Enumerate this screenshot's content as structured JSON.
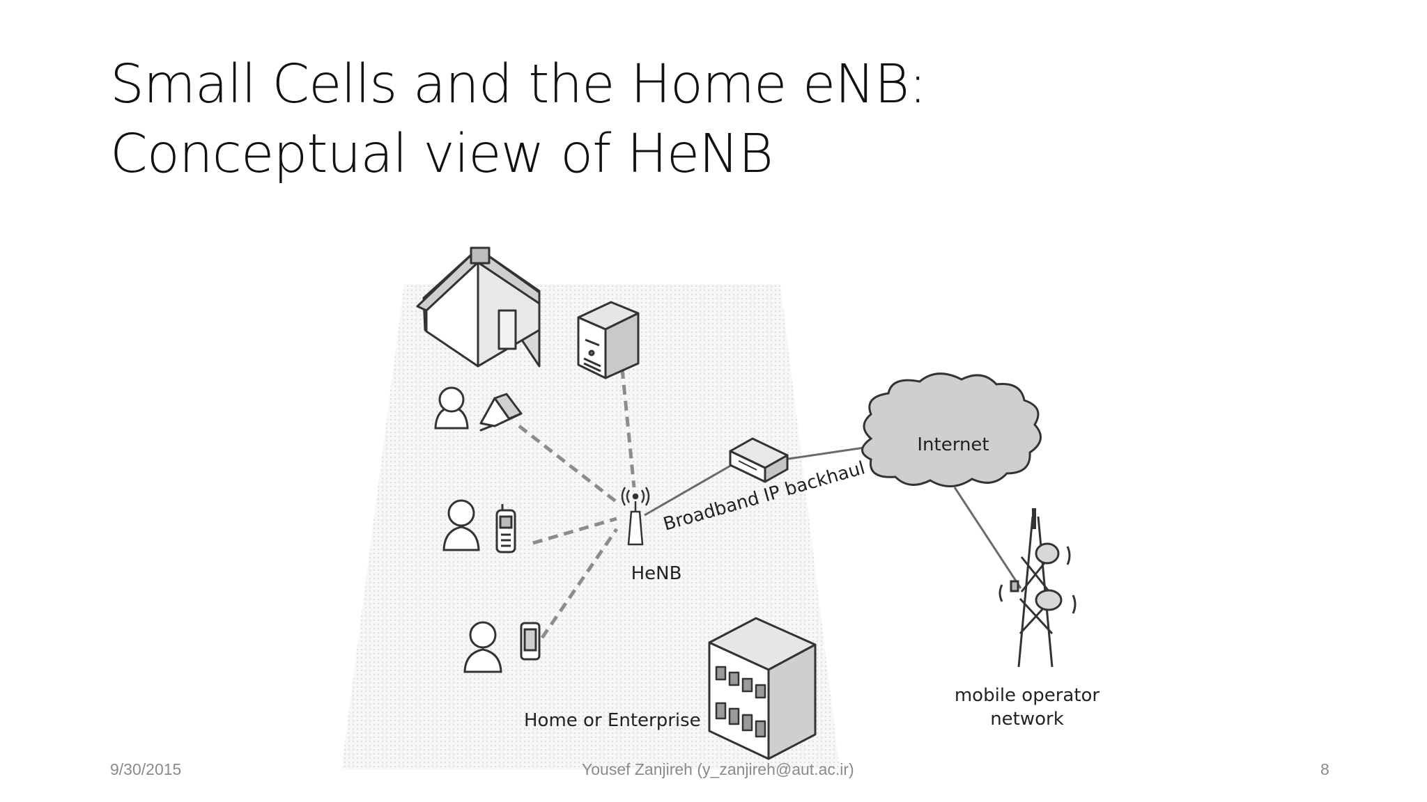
{
  "slide": {
    "title_line1": "Small Cells and the Home eNB:",
    "title_line2": "Conceptual view of HeNB"
  },
  "diagram": {
    "labels": {
      "internet": "Internet",
      "backhaul": "Broadband IP backhaul",
      "henb": "HeNB",
      "home_enterprise": "Home or Enterprise",
      "operator_line1": "mobile operator",
      "operator_line2": "network"
    }
  },
  "footer": {
    "date": "9/30/2015",
    "author": "Yousef Zanjireh (y_zanjireh@aut.ac.ir)",
    "page": "8"
  }
}
